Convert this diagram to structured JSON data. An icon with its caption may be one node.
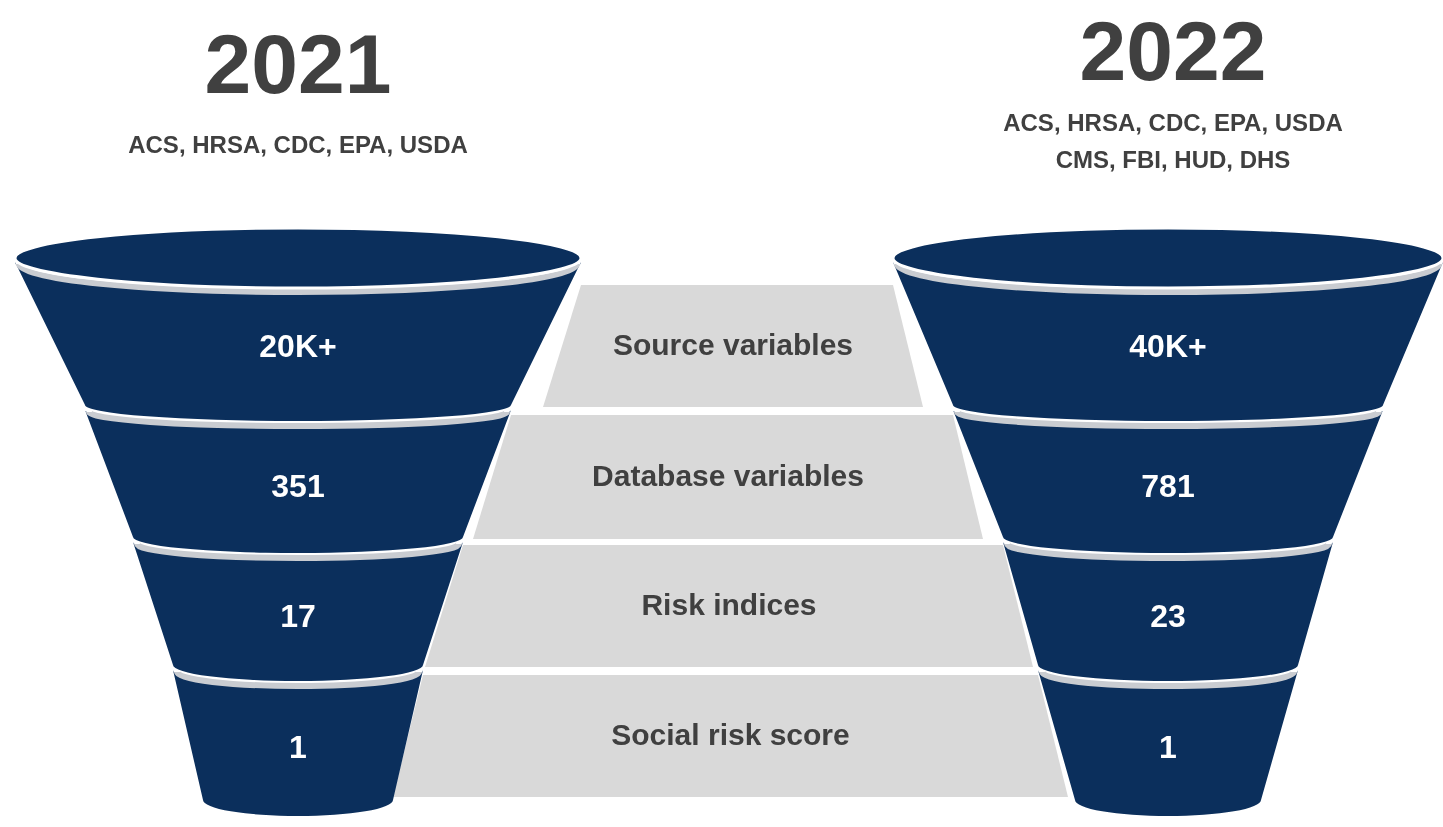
{
  "diagram": {
    "nodes": [
      {
        "text": [
          "20K+"
        ]
      },
      {
        "text": [
          "Source variables"
        ]
      },
      {
        "text": [
          "40K+"
        ]
      },
      {
        "text": [
          "351"
        ]
      },
      {
        "text": [
          "Database variables"
        ]
      },
      {
        "text": [
          "781"
        ]
      },
      {
        "text": [
          "17"
        ]
      },
      {
        "text": [
          "Risk indices"
        ]
      },
      {
        "text": [
          "23"
        ]
      },
      {
        "text": [
          "1"
        ]
      },
      {
        "text": [
          "Social risk score"
        ]
      },
      {
        "text": [
          "1"
        ]
      }
    ],
    "edges": [],
    "labels": [
      "2021",
      "ACS, HRSA, CDC, EPA, USDA",
      "2022",
      "ACS, HRSA, CDC, EPA, USDA",
      "CMS, FBI, HUD, DHS"
    ]
  }
}
